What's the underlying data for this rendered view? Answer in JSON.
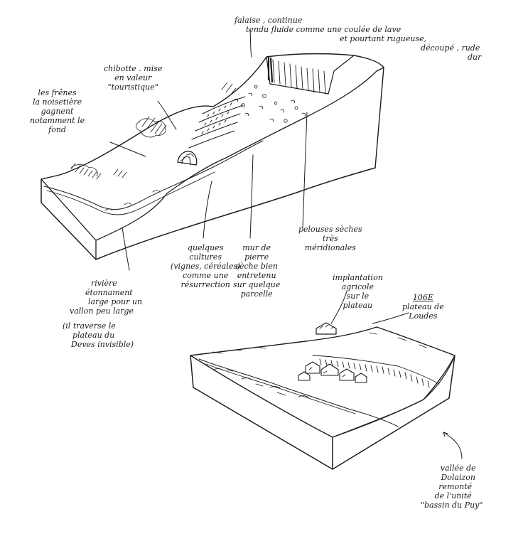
{
  "annotations": {
    "falaise": [
      "falaise , continue",
      "tendu fluide comme une coulée de lave",
      "et pourtant rugueuse,",
      "découpé , rude",
      "dur"
    ],
    "chibotte": [
      "chibotte . mise",
      "en valeur",
      "\"touristique\""
    ],
    "frenes": [
      "les frênes",
      "la noisetière",
      "gagnent",
      "notamment le",
      "fond"
    ],
    "pelouses": [
      "pelouses sèches",
      "très",
      "méridionales"
    ],
    "mur": [
      "mur de",
      "pierre",
      "sèche bien",
      "entretenu",
      "sur quelque",
      "parcelle"
    ],
    "cultures": [
      "quelques",
      "cultures",
      "(vignes, céréales)",
      "comme une",
      "résurrection"
    ],
    "riviere": [
      "rivière",
      "étonnament",
      "large pour un",
      "vallon peu large",
      "(il traverse le",
      "plateau du",
      "Deves invisible)"
    ],
    "implantation": [
      "implantation",
      "agricole",
      "sur le",
      "plateau"
    ],
    "plateau_code": "106E",
    "plateau": [
      "plateau de",
      "Loudes"
    ],
    "vallee": [
      "vallée de",
      "Dolaizon",
      "remonté",
      "de l'unité",
      "\"bassin du Puy\""
    ]
  }
}
